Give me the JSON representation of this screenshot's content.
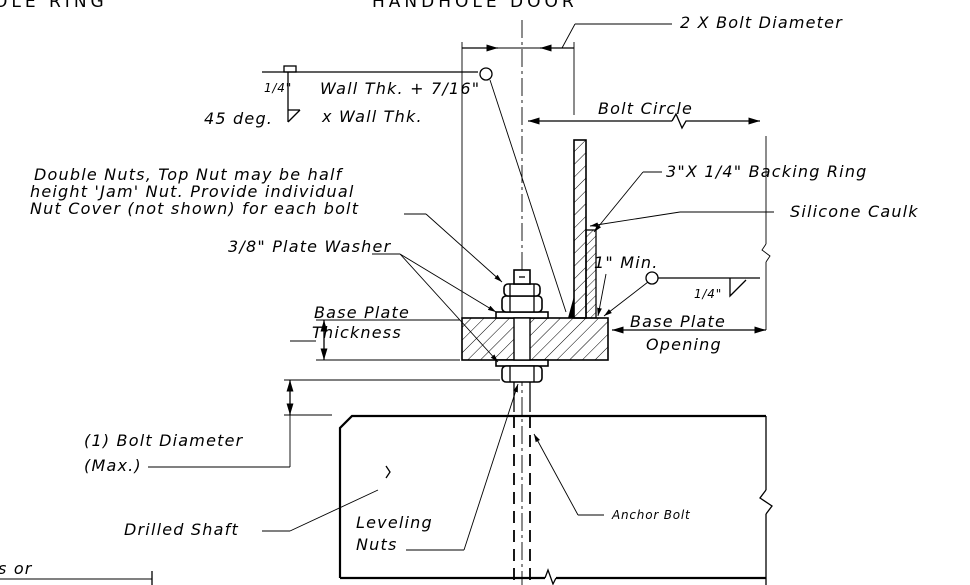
{
  "headers": {
    "left_fragment": "OLE RING",
    "right_fragment": "HANDHOLE DOOR"
  },
  "labels": {
    "bolt_spacing": "2 X Bolt Diameter",
    "bolt_circle": "Bolt Circle",
    "weld_size": "1/4\"",
    "weld_angle": "45 deg.",
    "wall_thk_line1": "Wall Thk. + 7/16\"",
    "wall_thk_line2": "x Wall Thk.",
    "double_nuts_line1": "Double Nuts, Top Nut may be half",
    "double_nuts_line2": "height 'Jam' Nut.  Provide individual",
    "double_nuts_line3": "Nut Cover (not shown) for each bolt",
    "plate_washer": "3/8\" Plate Washer",
    "backing_ring": "3\"X 1/4\" Backing Ring",
    "silicone_caulk": "Silicone Caulk",
    "min_gap": "1\" Min.",
    "fillet_weld": "1/4\"",
    "base_plate_thickness_line1": "Base Plate",
    "base_plate_thickness_line2": "Thickness",
    "base_plate_opening_line1": "Base Plate",
    "base_plate_opening_line2": "Opening",
    "bolt_diameter_line1": "(1) Bolt Diameter",
    "bolt_diameter_line2": "(Max.)",
    "drilled_shaft": "Drilled Shaft",
    "leveling_line1": "Leveling",
    "leveling_line2": "Nuts",
    "anchor_bolt": "Anchor Bolt",
    "bottom_left_fragment": "s or"
  }
}
